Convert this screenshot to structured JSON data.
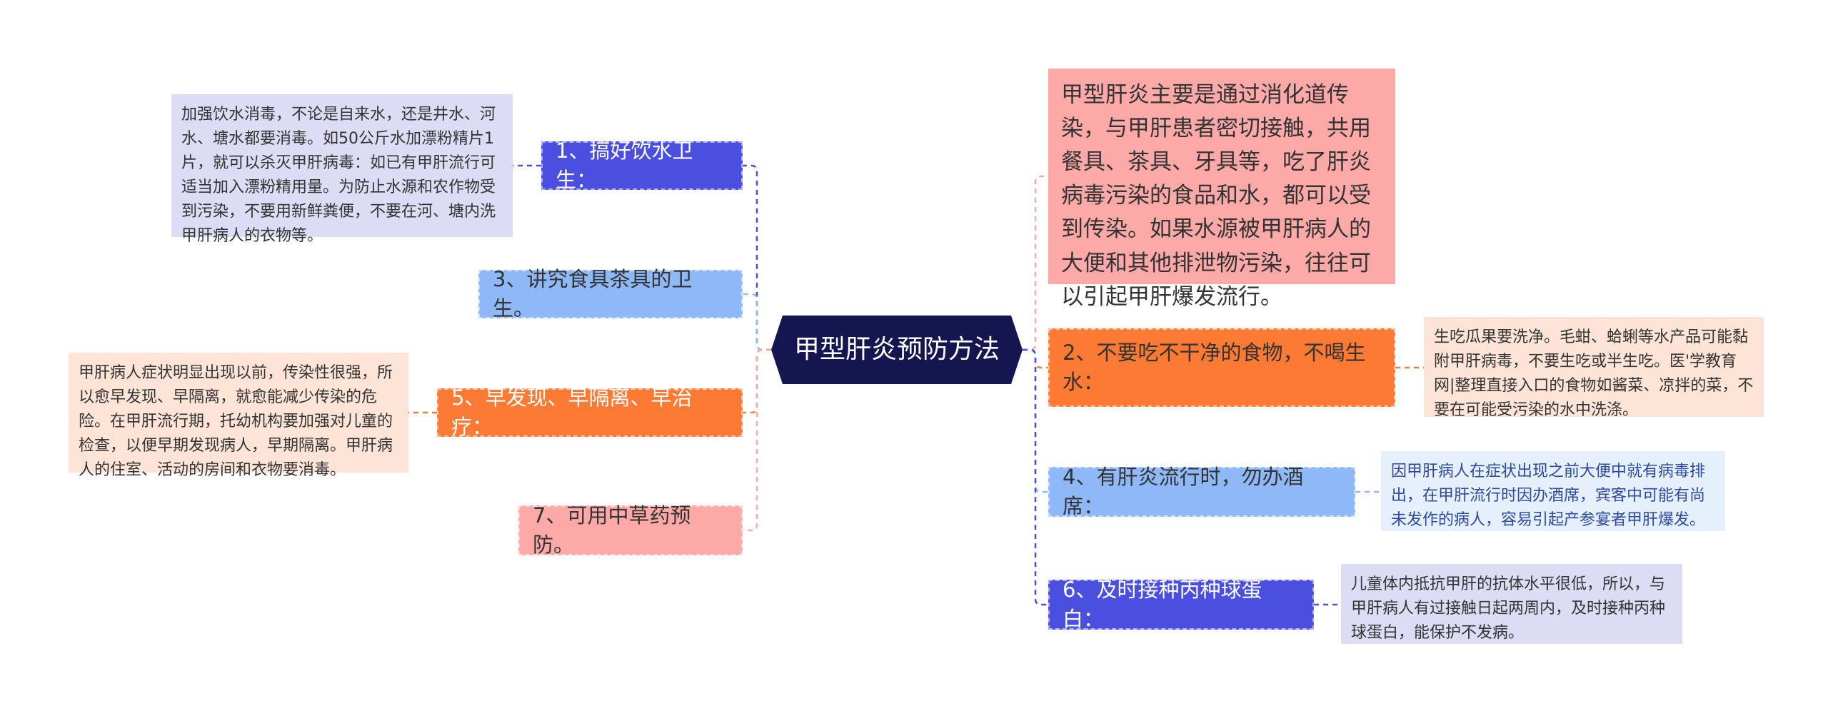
{
  "center": {
    "label": "甲型肝炎预防方法",
    "color": "#15154f"
  },
  "branches": [
    {
      "label": "1、搞好饮水卫生：",
      "color": "#4a4fe0",
      "text_color": "#ffffff",
      "leaf": "加强饮水消毒，不论是自来水，还是井水、河水、塘水都要消毒。如50公斤水加漂粉精片1片，就可以杀灭甲肝病毒：如已有甲肝流行可适当加入漂粉精用量。为防止水源和农作物受到污染，不要用新鲜粪便，不要在河、塘内洗甲肝病人的衣物等。",
      "leaf_bg": "#dcdcf5",
      "leaf_color": "#333333"
    },
    {
      "label": "3、讲究食具茶具的卫生。",
      "color": "#8fb8f8",
      "text_color": "#333333"
    },
    {
      "label": "5、早发现、早隔离、早治疗：",
      "color": "#fd7a35",
      "text_color": "#ffffff",
      "leaf": "甲肝病人症状明显出现以前，传染性很强，所以愈早发现、早隔离，就愈能减少传染的危险。在甲肝流行期，托幼机构要加强对儿童的检查，以便早期发现病人，早期隔离。甲肝病人的住室、活动的房间和衣物要消毒。",
      "leaf_bg": "#fde4d6",
      "leaf_color": "#333333"
    },
    {
      "label": "7、可用中草药预防。",
      "color": "#fda9a8",
      "text_color": "#333333"
    },
    {
      "label": "甲型肝炎主要是通过消化道传染，与甲肝患者密切接触，共用餐具、茶具、牙具等，吃了肝炎病毒污染的食品和水，都可以受到传染。如果水源被甲肝病人的大便和其他排泄物污染，往往可以引起甲肝爆发流行。",
      "color": "#fda9a8",
      "text_color": "#333333"
    },
    {
      "label": "2、不要吃不干净的食物，不喝生水：",
      "color": "#fd7a35",
      "text_color": "#333333",
      "leaf": "生吃瓜果要洗净。毛蚶、蛤蜊等水产品可能黏附甲肝病毒，不要生吃或半生吃。医'学教育网|整理直接入口的食物如酱菜、凉拌的菜，不要在可能受污染的水中洗涤。",
      "leaf_bg": "#fde4d6",
      "leaf_color": "#333333"
    },
    {
      "label": "4、有肝炎流行时，勿办酒席：",
      "color": "#8fb8f8",
      "text_color": "#333333",
      "leaf": "因甲肝病人在症状出现之前大便中就有病毒排出，在甲肝流行时因办酒席，宾客中可能有尚未发作的病人，容易引起产参宴者甲肝爆发。",
      "leaf_bg": "#e6effc",
      "leaf_color": "#2e4aa0"
    },
    {
      "label": "6、及时接种丙种球蛋白：",
      "color": "#4a4fe0",
      "text_color": "#ffffff",
      "leaf": "儿童体内抵抗甲肝的抗体水平很低，所以，与甲肝病人有过接触日起两周内，及时接种丙种球蛋白，能保护不发病。",
      "leaf_bg": "#dcdcf5",
      "leaf_color": "#333333"
    }
  ]
}
